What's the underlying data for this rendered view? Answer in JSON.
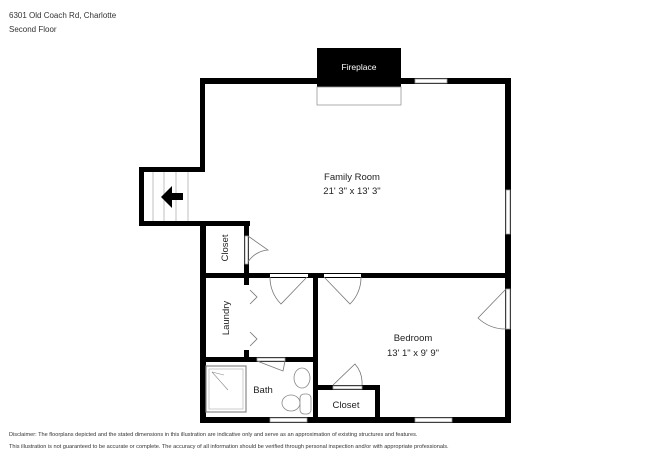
{
  "header": {
    "address": "6301 Old Coach Rd, Charlotte",
    "floor": "Second Floor"
  },
  "rooms": {
    "fireplace": "Fireplace",
    "family_room": {
      "name": "Family Room",
      "dimensions": "21' 3\" x 13' 3\""
    },
    "bedroom": {
      "name": "Bedroom",
      "dimensions": "13' 1\" x 9' 9\""
    },
    "closet_upper": "Closet",
    "laundry": "Laundry",
    "bath": "Bath",
    "closet_lower": "Closet"
  },
  "disclaimer": {
    "line1": "Disclaimer: The floorplans depicted and the stated dimensions in this illustration are indicative only and serve as an approximation of existing structures and features.",
    "line2": "This illustration is not guaranteed to be accurate or complete. The accuracy of all information should be verified through personal inspection and/or with appropriate professionals."
  },
  "colors": {
    "wall": "#000000",
    "fixture": "#888888"
  }
}
